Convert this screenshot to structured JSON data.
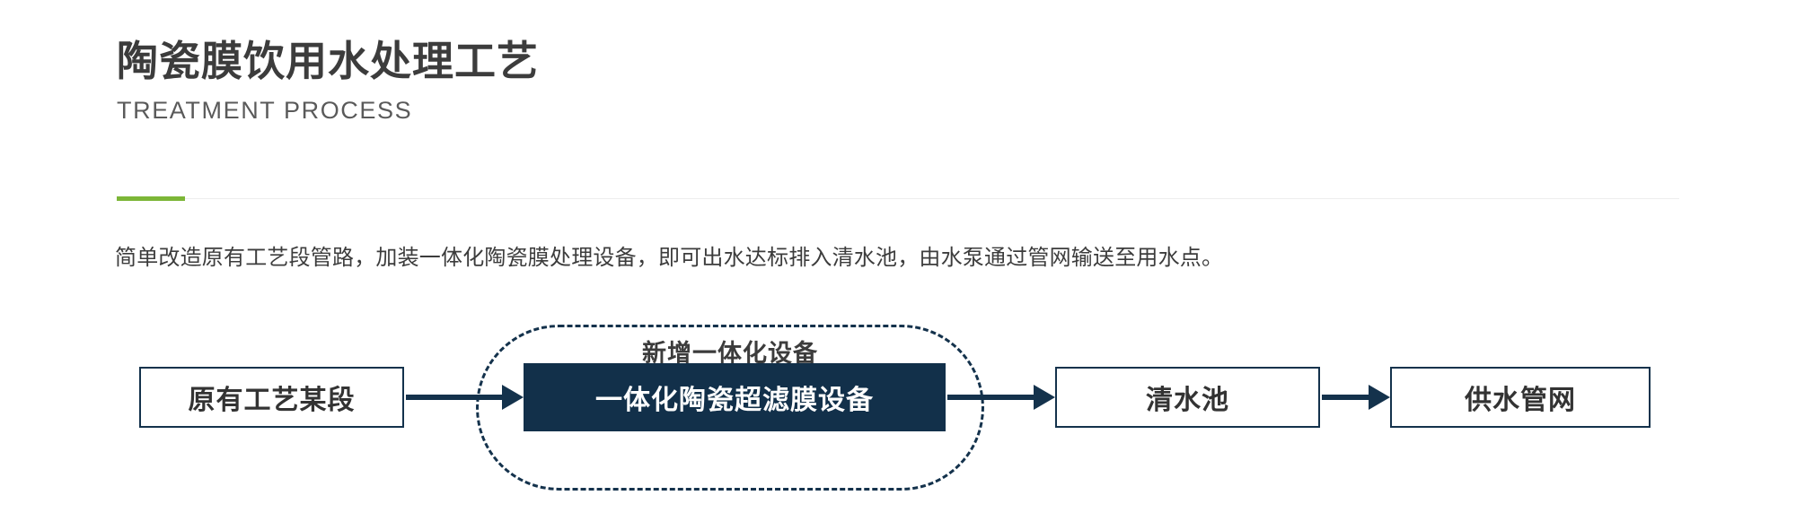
{
  "header": {
    "title": "陶瓷膜饮用水处理工艺",
    "subtitle": "TREATMENT PROCESS",
    "accent_color": "#7cb637"
  },
  "description": "简单改造原有工艺段管路，加装一体化陶瓷膜处理设备，即可出水达标排入清水池，由水泵通过管网输送至用水点。",
  "diagram": {
    "group_label": "新增一体化设备",
    "navy_color": "#12304a",
    "nodes": [
      {
        "label": "原有工艺某段",
        "style": "outline"
      },
      {
        "label": "一体化陶瓷超滤膜设备",
        "style": "filled"
      },
      {
        "label": "清水池",
        "style": "outline"
      },
      {
        "label": "供水管网",
        "style": "outline"
      }
    ],
    "arrows": [
      {
        "name": "arrow-right-icon"
      },
      {
        "name": "arrow-right-icon"
      },
      {
        "name": "arrow-right-icon"
      }
    ]
  }
}
